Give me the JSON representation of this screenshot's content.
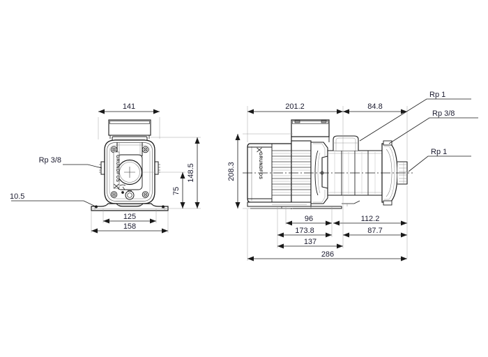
{
  "drawing": {
    "type": "technical-dimensional-drawing",
    "subject": "Grundfos CM horizontal multistage centrifugal pump",
    "units": "mm",
    "background_color": "#ffffff",
    "line_color": "#1a1a1a",
    "thin_line_color": "#777777",
    "text_color": "#1a1a2e",
    "brand_text": "GRUNDFOS"
  },
  "views": {
    "front": {
      "name": "front-end-view",
      "brand_label": "GRUNDFOS",
      "dimensions": {
        "width_top": "141",
        "height_overall": "148.5",
        "height_shaft_center": "75",
        "base_inner_width": "125",
        "base_outer_width": "158"
      },
      "labels": {
        "priming_port": "Rp 3/8",
        "foot_hole": "10.5"
      }
    },
    "side": {
      "name": "side-elevation-view",
      "brand_label": "GRUNDFOS",
      "dimensions": {
        "motor_length": "201.2",
        "pump_head_length": "84.8",
        "height_overall": "208.3",
        "foot_hole_spacing": "96",
        "discharge_offset": "112.2",
        "foot_to_flange": "173.8",
        "flange_to_end": "87.7",
        "foot_span": "137",
        "total_length": "286"
      },
      "labels": {
        "suction_port": "Rp 1",
        "vent_port": "Rp 3/8",
        "discharge_port": "Rp 1"
      }
    }
  },
  "annotations": [
    {
      "id": "front-141",
      "text": "141",
      "kind": "dimension"
    },
    {
      "id": "front-148",
      "text": "148.5",
      "kind": "dimension"
    },
    {
      "id": "front-75",
      "text": "75",
      "kind": "dimension"
    },
    {
      "id": "front-125",
      "text": "125",
      "kind": "dimension"
    },
    {
      "id": "front-158",
      "text": "158",
      "kind": "dimension"
    },
    {
      "id": "front-rp38",
      "text": "Rp 3/8",
      "kind": "leader-label"
    },
    {
      "id": "front-105",
      "text": "10.5",
      "kind": "leader-label"
    },
    {
      "id": "side-201",
      "text": "201.2",
      "kind": "dimension"
    },
    {
      "id": "side-848",
      "text": "84.8",
      "kind": "dimension"
    },
    {
      "id": "side-2083",
      "text": "208.3",
      "kind": "dimension"
    },
    {
      "id": "side-96",
      "text": "96",
      "kind": "dimension"
    },
    {
      "id": "side-1122",
      "text": "112.2",
      "kind": "dimension"
    },
    {
      "id": "side-1738",
      "text": "173.8",
      "kind": "dimension"
    },
    {
      "id": "side-877",
      "text": "87.7",
      "kind": "dimension"
    },
    {
      "id": "side-137",
      "text": "137",
      "kind": "dimension"
    },
    {
      "id": "side-286",
      "text": "286",
      "kind": "dimension"
    },
    {
      "id": "side-rp1-a",
      "text": "Rp 1",
      "kind": "leader-label"
    },
    {
      "id": "side-rp38",
      "text": "Rp 3/8",
      "kind": "leader-label"
    },
    {
      "id": "side-rp1-b",
      "text": "Rp 1",
      "kind": "leader-label"
    }
  ]
}
